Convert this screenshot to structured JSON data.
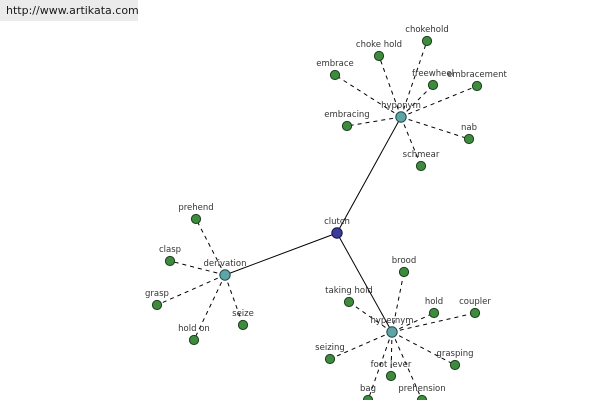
{
  "header": {
    "url": "http://www.artikata.com"
  },
  "graph": {
    "root": {
      "id": "clutch",
      "label": "clutch"
    },
    "groups": [
      {
        "id": "hyponym",
        "label": "hyponym",
        "children": [
          "chokehold",
          "choke hold",
          "embrace",
          "freewheel",
          "embracement",
          "embracing",
          "nab",
          "schmear"
        ]
      },
      {
        "id": "derivation",
        "label": "derivation",
        "children": [
          "prehend",
          "clasp",
          "grasp",
          "hold on",
          "seize"
        ]
      },
      {
        "id": "hypernym",
        "label": "hypernym",
        "children": [
          "brood",
          "taking hold",
          "hold",
          "coupler",
          "seizing",
          "foot lever",
          "grasping",
          "bag",
          "prehension"
        ]
      }
    ]
  },
  "colors": {
    "leaf": "#3e8a3e",
    "relation": "#5fa5a5",
    "root": "#3b3b9a"
  }
}
